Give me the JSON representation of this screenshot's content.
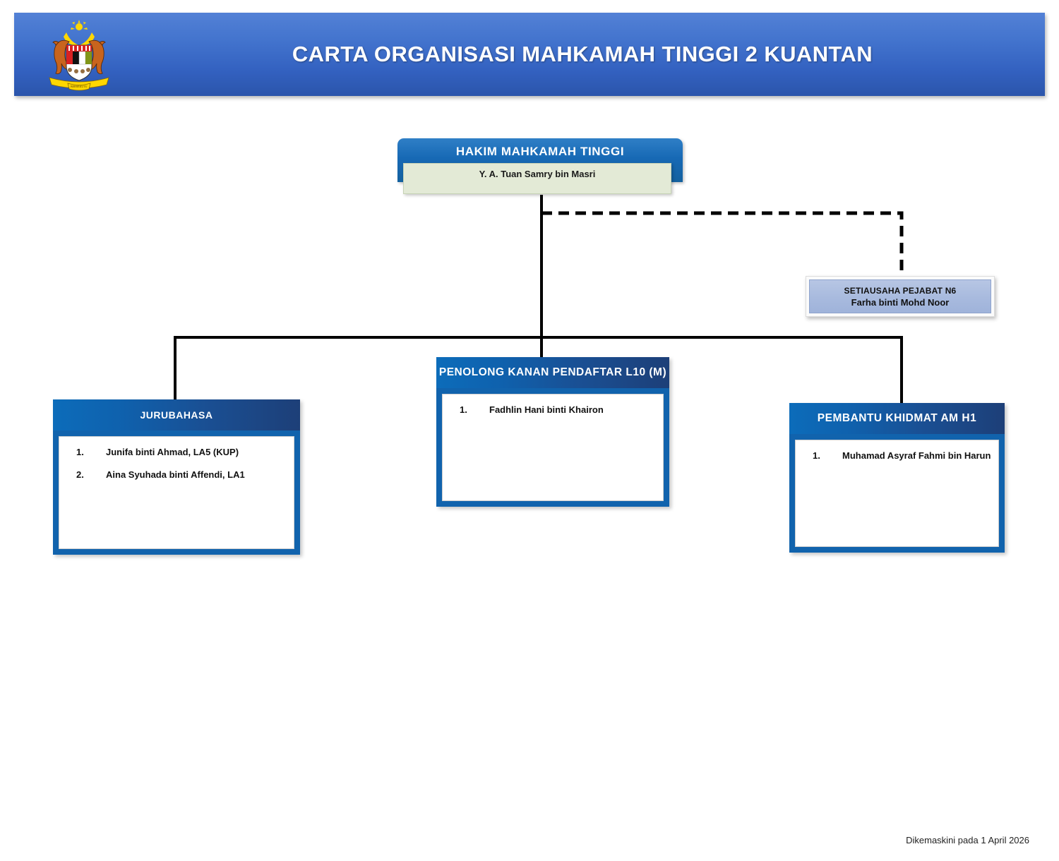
{
  "header": {
    "title": "CARTA ORGANISASI MAHKAMAH TINGGI 2 KUANTAN",
    "crest_icon": "malaysia-coat-of-arms-icon",
    "banner_color": "#3361c0"
  },
  "chart_data": {
    "type": "diagram",
    "title": "CARTA ORGANISASI MAHKAMAH TINGGI 2 KUANTAN",
    "nodes": [
      {
        "id": "hakim",
        "title": "HAKIM MAHKAMAH TINGGI",
        "name": "Y. A. Tuan Samry bin Masri",
        "header_color": "#1769b5",
        "body_color": "#e3ead6"
      },
      {
        "id": "setiausaha",
        "title": "SETIAUSAHA PEJABAT N6",
        "name": "Farha binti Mohd Noor",
        "body_color": "#a8bade",
        "link_style": "dashed"
      },
      {
        "id": "jurubahasa",
        "title": "JURUBAHASA",
        "members": [
          "Junifa binti Ahmad, LA5 (KUP)",
          "Aina Syuhada binti Affendi, LA1"
        ],
        "header_color": "#0f61ad"
      },
      {
        "id": "penolong",
        "title": "PENOLONG KANAN PENDAFTAR L10 (M)",
        "members": [
          "Fadhlin Hani binti Khairon"
        ],
        "header_color": "#0f61ad"
      },
      {
        "id": "pembantu",
        "title": "PEMBANTU KHIDMAT AM H1",
        "members": [
          "Muhamad Asyraf Fahmi bin Harun"
        ],
        "header_color": "#0f61ad"
      }
    ],
    "edges": [
      {
        "from": "hakim",
        "to": "setiausaha",
        "style": "dashed"
      },
      {
        "from": "hakim",
        "to": "jurubahasa",
        "style": "solid"
      },
      {
        "from": "hakim",
        "to": "penolong",
        "style": "solid"
      },
      {
        "from": "hakim",
        "to": "pembantu",
        "style": "solid"
      }
    ],
    "numbering": {
      "jurubahasa": [
        "1.",
        "2."
      ],
      "penolong": [
        "1."
      ],
      "pembantu": [
        "1."
      ]
    }
  },
  "footer": {
    "note": "Dikemaskini pada  1 April 2026"
  }
}
